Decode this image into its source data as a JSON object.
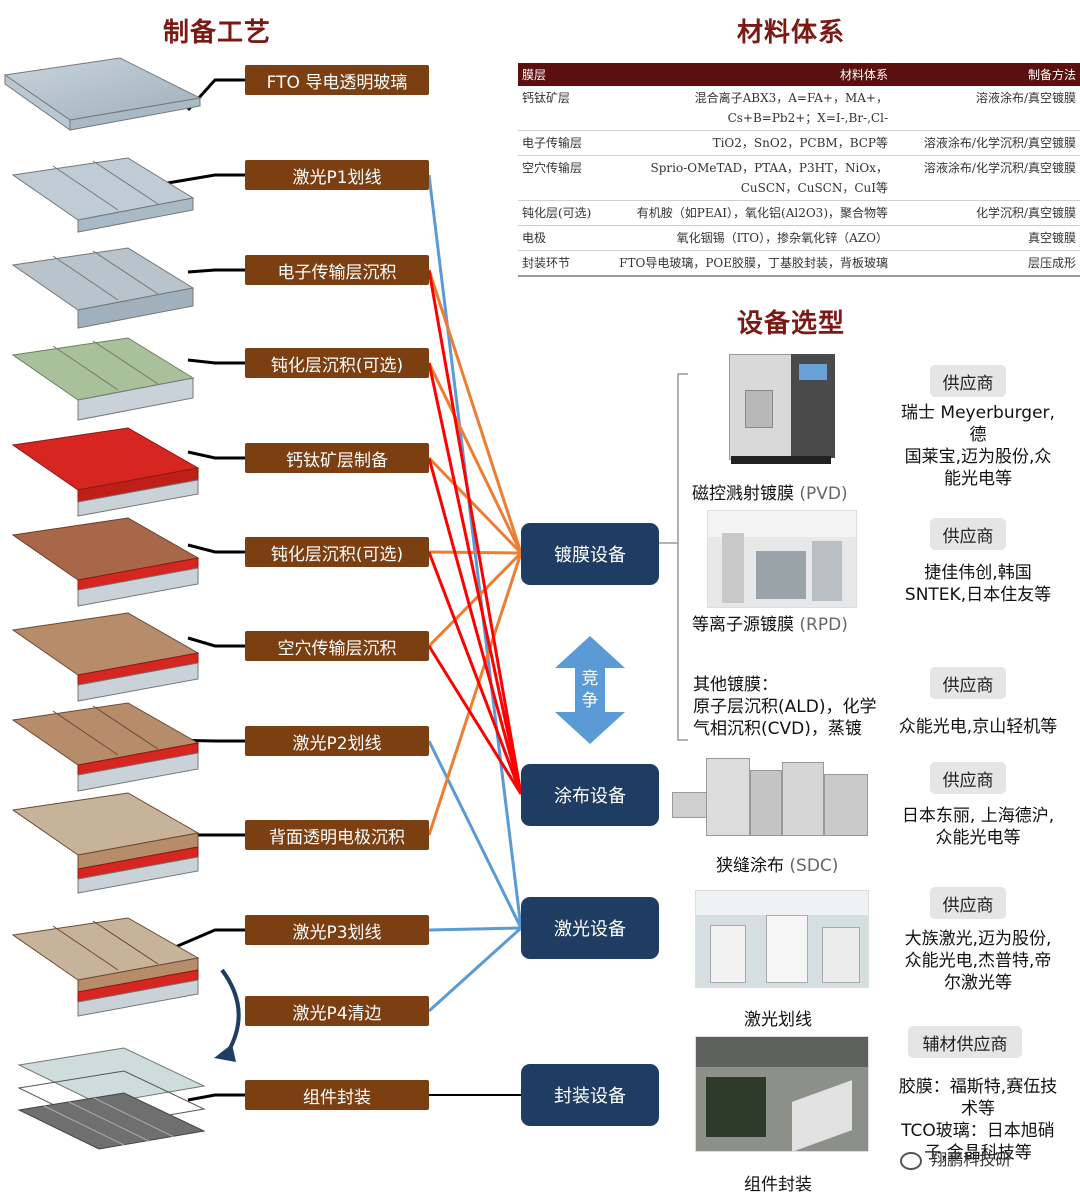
{
  "titles": {
    "process": "制备工艺",
    "materials": "材料体系",
    "equipment": "设备选型"
  },
  "steps": [
    {
      "id": "fto",
      "label": "FTO 导电透明玻璃"
    },
    {
      "id": "p1",
      "label": "激光P1划线"
    },
    {
      "id": "etl",
      "label": "电子传输层沉积"
    },
    {
      "id": "pas1",
      "label": "钝化层沉积(可选)"
    },
    {
      "id": "perov",
      "label": "钙钛矿层制备"
    },
    {
      "id": "pas2",
      "label": "钝化层沉积(可选)"
    },
    {
      "id": "htl",
      "label": "空穴传输层沉积"
    },
    {
      "id": "p2",
      "label": "激光P2划线"
    },
    {
      "id": "electrode",
      "label": "背面透明电极沉积"
    },
    {
      "id": "p3",
      "label": "激光P3划线"
    },
    {
      "id": "p4",
      "label": "激光P4清边"
    },
    {
      "id": "pack",
      "label": "组件封装"
    }
  ],
  "equipment": [
    {
      "id": "coat",
      "label": "镀膜设备"
    },
    {
      "id": "slot",
      "label": "涂布设备"
    },
    {
      "id": "laser",
      "label": "激光设备"
    },
    {
      "id": "encap",
      "label": "封装设备"
    }
  ],
  "compete_label": "竞争",
  "colors": {
    "step_bg": "#7b3f12",
    "equip_bg": "#1f3d62",
    "title": "#7b1a14",
    "table_header": "#5c0f0f",
    "wire_blue": "#5b9bd5",
    "wire_orange": "#ed7d31",
    "wire_red": "#ff0000",
    "compete_arrow": "#5b9bd5"
  },
  "material_table": {
    "headers": [
      "膜层",
      "材料体系",
      "制备方法"
    ],
    "rows": [
      {
        "layer": "钙钛矿层",
        "material": "混合离子ABX3，A=FA+，MA+，Cs+B=Pb2+；X=I-,Br-,Cl-",
        "method": "溶液涂布/真空镀膜"
      },
      {
        "layer": "电子传输层",
        "material": "TiO2，SnO2，PCBM，BCP等",
        "method": "溶液涂布/化学沉积/真空镀膜"
      },
      {
        "layer": "空穴传输层",
        "material": "Sprio-OMeTAD，PTAA，P3HT，NiOx，CuSCN，CuSCN，CuI等",
        "method": "溶液涂布/化学沉积/真空镀膜"
      },
      {
        "layer": "钝化层(可选)",
        "material": "有机胺（如PEAI），氧化铝(Al2O3)，聚合物等",
        "method": "化学沉积/真空镀膜"
      },
      {
        "layer": "电极",
        "material": "氧化铟锡（ITO），掺杂氧化锌（AZO）",
        "method": "真空镀膜"
      },
      {
        "layer": "封装环节",
        "material": "FTO导电玻璃，POE胶膜，丁基胶封装，背板玻璃",
        "method": "层压成形"
      }
    ]
  },
  "devices": [
    {
      "id": "pvd",
      "name": "磁控溅射镀膜",
      "en": "(PVD)"
    },
    {
      "id": "rpd",
      "name": "等离子源镀膜",
      "en": "(RPD)"
    },
    {
      "id": "sdc",
      "name": "狭缝涂布",
      "en": "(SDC)"
    },
    {
      "id": "laser",
      "name": "激光划线",
      "en": ""
    },
    {
      "id": "pack",
      "name": "组件封装",
      "en": ""
    }
  ],
  "other_coating": {
    "title": "其他镀膜：",
    "line1": "原子层沉积(ALD)，化学",
    "line2": "气相沉积(CVD)，蒸镀"
  },
  "suppliers": [
    {
      "badge": "供应商",
      "lines": [
        "瑞士 Meyerburger,德",
        "国莱宝,迈为股份,众",
        "能光电等"
      ]
    },
    {
      "badge": "供应商",
      "lines": [
        "捷佳伟创,韩国",
        "SNTEK,日本住友等"
      ]
    },
    {
      "badge": "供应商",
      "lines": [
        "众能光电,京山轻机等"
      ]
    },
    {
      "badge": "供应商",
      "lines": [
        "日本东丽, 上海德沪,",
        "众能光电等"
      ]
    },
    {
      "badge": "供应商",
      "lines": [
        "大族激光,迈为股份,",
        "众能光电,杰普特,帝",
        "尔激光等"
      ]
    },
    {
      "badge": "辅材供应商",
      "lines": [
        "胶膜：福斯特,赛伍技",
        "术等",
        "TCO玻璃：日本旭硝",
        "子,金晶科技等"
      ]
    }
  ],
  "watermark": "翔鹏科技研"
}
